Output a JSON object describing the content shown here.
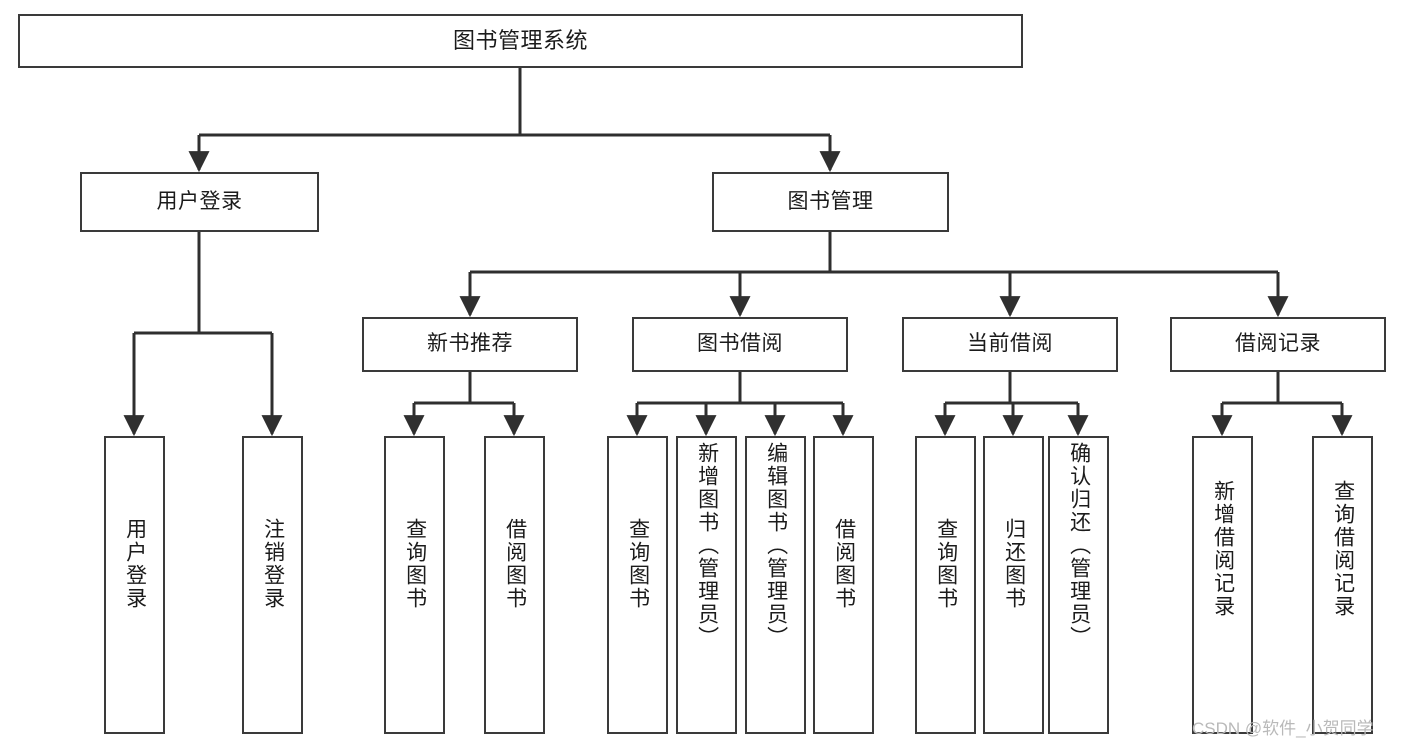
{
  "diagram": {
    "title": "图书管理系统",
    "type": "tree",
    "watermark": "CSDN @软件_小贺同学",
    "colors": {
      "box_border": "#3a3a3a",
      "box_fill": "#ffffff",
      "connector": "#2f2f2f",
      "text": "#1b1b1b",
      "watermark": "#b9b9b9"
    },
    "nodes": {
      "root": {
        "label": "图书管理系统"
      },
      "level1": [
        {
          "id": "user-login",
          "label": "用户登录"
        },
        {
          "id": "book-manage",
          "label": "图书管理"
        }
      ],
      "level2": [
        {
          "id": "new-book-recommend",
          "label": "新书推荐"
        },
        {
          "id": "book-borrow",
          "label": "图书借阅"
        },
        {
          "id": "current-borrow",
          "label": "当前借阅"
        },
        {
          "id": "borrow-record",
          "label": "借阅记录"
        }
      ],
      "leaves": {
        "user-login": [
          {
            "id": "leaf-user-login",
            "label": "用户登录"
          },
          {
            "id": "leaf-logout-login",
            "label": "注销登录"
          }
        ],
        "new-book-recommend": [
          {
            "id": "leaf-query-book-1",
            "label": "查询图书"
          },
          {
            "id": "leaf-borrow-book-1",
            "label": "借阅图书"
          }
        ],
        "book-borrow": [
          {
            "id": "leaf-query-book-2",
            "label": "查询图书"
          },
          {
            "id": "leaf-add-book",
            "label": "新增图书（管理员）"
          },
          {
            "id": "leaf-edit-book",
            "label": "编辑图书（管理员）"
          },
          {
            "id": "leaf-borrow-book-2",
            "label": "借阅图书"
          }
        ],
        "current-borrow": [
          {
            "id": "leaf-query-book-3",
            "label": "查询图书"
          },
          {
            "id": "leaf-return-book",
            "label": "归还图书"
          },
          {
            "id": "leaf-confirm-return",
            "label": "确认归还（管理员）"
          }
        ],
        "borrow-record": [
          {
            "id": "leaf-add-record",
            "label": "新增借阅记录"
          },
          {
            "id": "leaf-query-record",
            "label": "查询借阅记录"
          }
        ]
      }
    }
  }
}
